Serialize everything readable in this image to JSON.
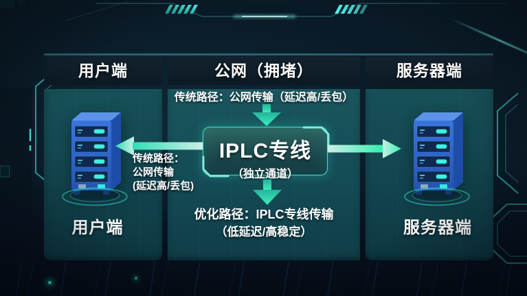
{
  "columns": [
    {
      "id": "client",
      "header": "用户端",
      "footer": "用户端"
    },
    {
      "id": "public_network",
      "header": "公网（拥堵）"
    },
    {
      "id": "server",
      "header": "服务器端",
      "footer": "服务器端"
    }
  ],
  "paths": {
    "traditional_banner": "传统路径：公网传输（延迟高/丢包）",
    "iplc_box": {
      "title": "IPLC专线",
      "subtitle": "（独立通道）"
    },
    "traditional_side": [
      "传统路径：",
      "公网传输",
      "(延迟高/丢包)"
    ],
    "optimized": [
      "优化路径：IPLC专线传输",
      "（低延迟/高稳定）"
    ]
  },
  "icons": {
    "client_device": "server-tower-icon",
    "server_device": "server-tower-icon",
    "banner_arrow": "down-arrow-icon",
    "client_arrow": "left-arrow-icon",
    "server_arrow": "right-arrow-icon",
    "optimized_arrow": "down-arrow-icon"
  },
  "colors": {
    "background": "#0a1a26",
    "panel_teal": "#14505b",
    "header_bg": "#0e1d29",
    "accent_teal": "#34e8c0",
    "arrow_green": "#2ff0b4",
    "box_border": "#49decb",
    "server_blue": "#2f66cc",
    "indicator_cyan": "#3df2e0"
  }
}
